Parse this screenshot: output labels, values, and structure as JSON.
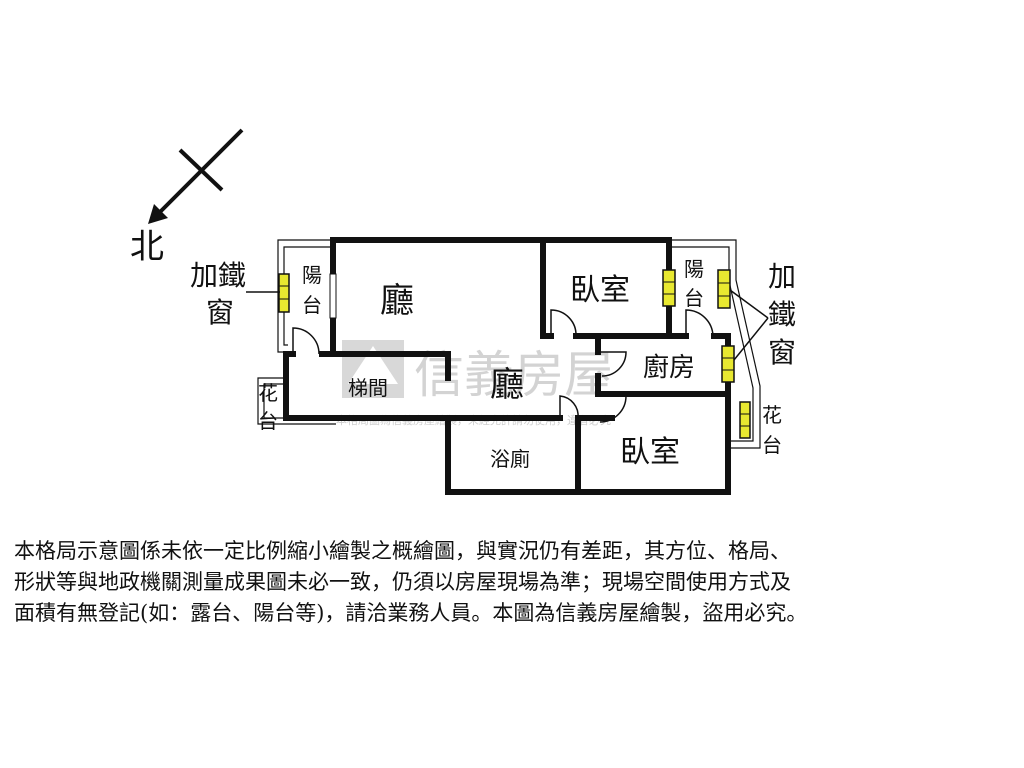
{
  "compass": {
    "north_label": "北"
  },
  "rooms": {
    "living_top": "廳",
    "living_mid": "廳",
    "bedroom_top": "臥室",
    "bedroom_bottom": "臥室",
    "balcony_left": [
      "陽",
      "台"
    ],
    "balcony_right": [
      "陽",
      "台"
    ],
    "kitchen": "廚房",
    "stairs": "梯間",
    "bathroom": "浴廁",
    "planter_left": [
      "花",
      "台"
    ],
    "planter_right": [
      "花",
      "台"
    ]
  },
  "annotations": {
    "iron_window_left": [
      "加鐵",
      "窗"
    ],
    "iron_window_right": [
      "加",
      "鐵",
      "窗"
    ]
  },
  "watermark": {
    "brand": "信義房屋",
    "notice": "本格局圖為信義房屋繪製，未經允許請勿使用，違者必究"
  },
  "disclaimer": {
    "lines": [
      "本格局示意圖係未依一定比例縮小繪製之概繪圖，與實況仍有差距，其方位、格局、",
      "形狀等與地政機關測量成果圖未必一致，仍須以房屋現場為準；現場空間使用方式及",
      "面積有無登記(如：露台、陽台等)，請洽業務人員。本圖為信義房屋繪製，盜用必究。"
    ]
  },
  "colors": {
    "wall": "#111111",
    "window_fill": "#e8e830",
    "watermark": "#cfcfcf"
  }
}
